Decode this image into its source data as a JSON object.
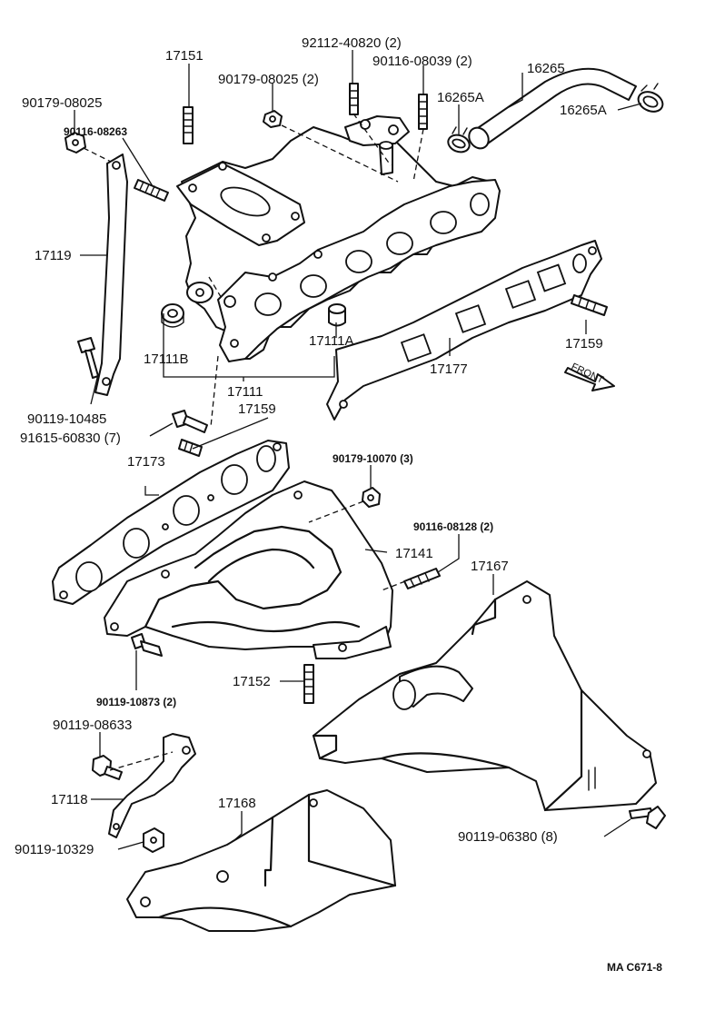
{
  "labels": {
    "p17151": "17151",
    "p92112": "92112-40820 (2)",
    "p90116_39": "90116-08039 (2)",
    "p90179_25b": "90179-08025 (2)",
    "p16265": "16265",
    "p90179_25a": "90179-08025",
    "p16265A_1": "16265A",
    "p16265A_2": "16265A",
    "p90116_263": "90116-08263",
    "p17119": "17119",
    "p17159a": "17159",
    "p17111B": "17111B",
    "p17111A": "17111A",
    "p17177": "17177",
    "p17111": "17111",
    "p90119_485": "90119-10485",
    "p17159b": "17159",
    "p91615": "91615-60830 (7)",
    "p90179_070": "90179-10070 (3)",
    "p17173": "17173",
    "p90116_128": "90116-08128 (2)",
    "p17141": "17141",
    "p17167": "17167",
    "p17152": "17152",
    "p90119_873": "90119-10873 (2)",
    "p90119_633": "90119-08633",
    "p17118": "17118",
    "p17168": "17168",
    "p90119_380": "90119-06380 (8)",
    "p90119_329": "90119-10329",
    "front": "FRONT",
    "code": "MA  C671-8"
  }
}
